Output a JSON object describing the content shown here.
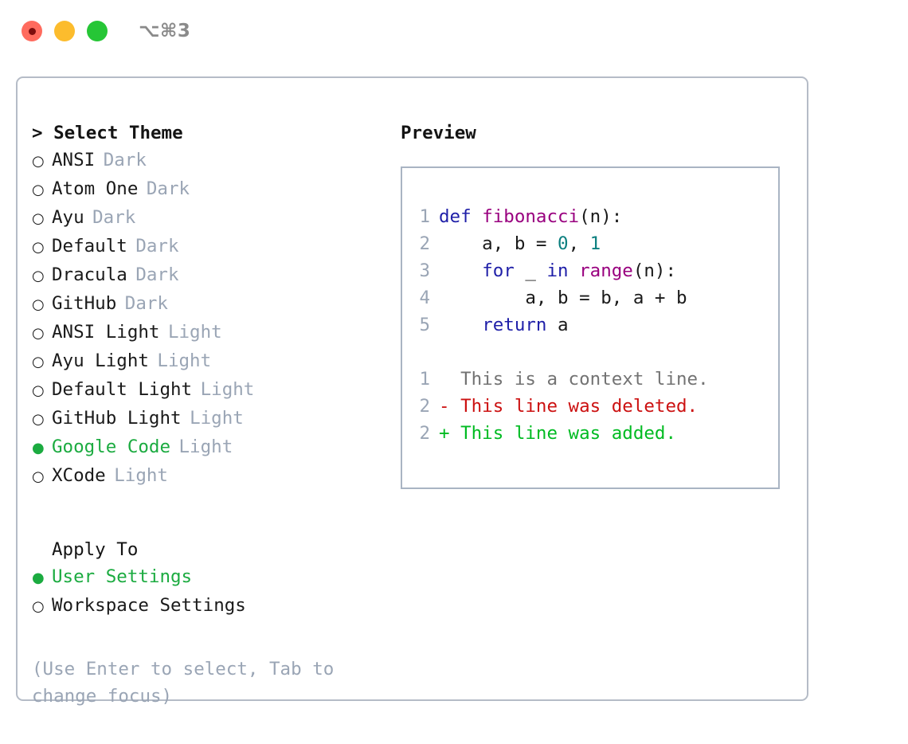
{
  "window": {
    "shortcut_label": "⌥⌘3",
    "controls": [
      {
        "name": "close",
        "color": "#ff6b5e"
      },
      {
        "name": "minimize",
        "color": "#fcbc2d"
      },
      {
        "name": "zoom",
        "color": "#26c636"
      }
    ]
  },
  "theme_picker": {
    "header": "> Select Theme",
    "bullet_unselected": "○",
    "bullet_selected": "●",
    "selected_color": "#1bab40",
    "items": [
      {
        "label": "ANSI",
        "kind": "Dark",
        "selected": false
      },
      {
        "label": "Atom One",
        "kind": "Dark",
        "selected": false
      },
      {
        "label": "Ayu",
        "kind": "Dark",
        "selected": false
      },
      {
        "label": "Default",
        "kind": "Dark",
        "selected": false
      },
      {
        "label": "Dracula",
        "kind": "Dark",
        "selected": false
      },
      {
        "label": "GitHub",
        "kind": "Dark",
        "selected": false
      },
      {
        "label": "ANSI Light",
        "kind": "Light",
        "selected": false
      },
      {
        "label": "Ayu Light",
        "kind": "Light",
        "selected": false
      },
      {
        "label": "Default Light",
        "kind": "Light",
        "selected": false
      },
      {
        "label": "GitHub Light",
        "kind": "Light",
        "selected": false
      },
      {
        "label": "Google Code",
        "kind": "Light",
        "selected": true
      },
      {
        "label": "XCode",
        "kind": "Light",
        "selected": false
      }
    ]
  },
  "apply_to": {
    "header": "Apply To",
    "items": [
      {
        "label": "User Settings",
        "selected": true
      },
      {
        "label": "Workspace Settings",
        "selected": false
      }
    ]
  },
  "hint": "(Use Enter to select, Tab to change focus)",
  "preview": {
    "title": "Preview",
    "code_lines": [
      {
        "num": "1",
        "tokens": [
          {
            "text": "def ",
            "type": "kw"
          },
          {
            "text": "fibonacci",
            "type": "fn"
          },
          {
            "text": "(n):",
            "type": "plain"
          }
        ]
      },
      {
        "num": "2",
        "tokens": [
          {
            "text": "    a, b = ",
            "type": "plain"
          },
          {
            "text": "0",
            "type": "num"
          },
          {
            "text": ", ",
            "type": "plain"
          },
          {
            "text": "1",
            "type": "num"
          }
        ]
      },
      {
        "num": "3",
        "tokens": [
          {
            "text": "    ",
            "type": "plain"
          },
          {
            "text": "for",
            "type": "kw"
          },
          {
            "text": " _ ",
            "type": "plain"
          },
          {
            "text": "in",
            "type": "kw"
          },
          {
            "text": " ",
            "type": "plain"
          },
          {
            "text": "range",
            "type": "fn"
          },
          {
            "text": "(n):",
            "type": "plain"
          }
        ]
      },
      {
        "num": "4",
        "tokens": [
          {
            "text": "        a, b = b, a + b",
            "type": "plain"
          }
        ]
      },
      {
        "num": "5",
        "tokens": [
          {
            "text": "    ",
            "type": "plain"
          },
          {
            "text": "return",
            "type": "kw"
          },
          {
            "text": " a",
            "type": "plain"
          }
        ]
      }
    ],
    "diff_lines": [
      {
        "num": "1",
        "marker": " ",
        "text": " This is a context line.",
        "type": "ctx"
      },
      {
        "num": "2",
        "marker": "-",
        "text": " This line was deleted.",
        "type": "del"
      },
      {
        "num": "2",
        "marker": "+",
        "text": " This line was added.",
        "type": "add"
      }
    ]
  }
}
